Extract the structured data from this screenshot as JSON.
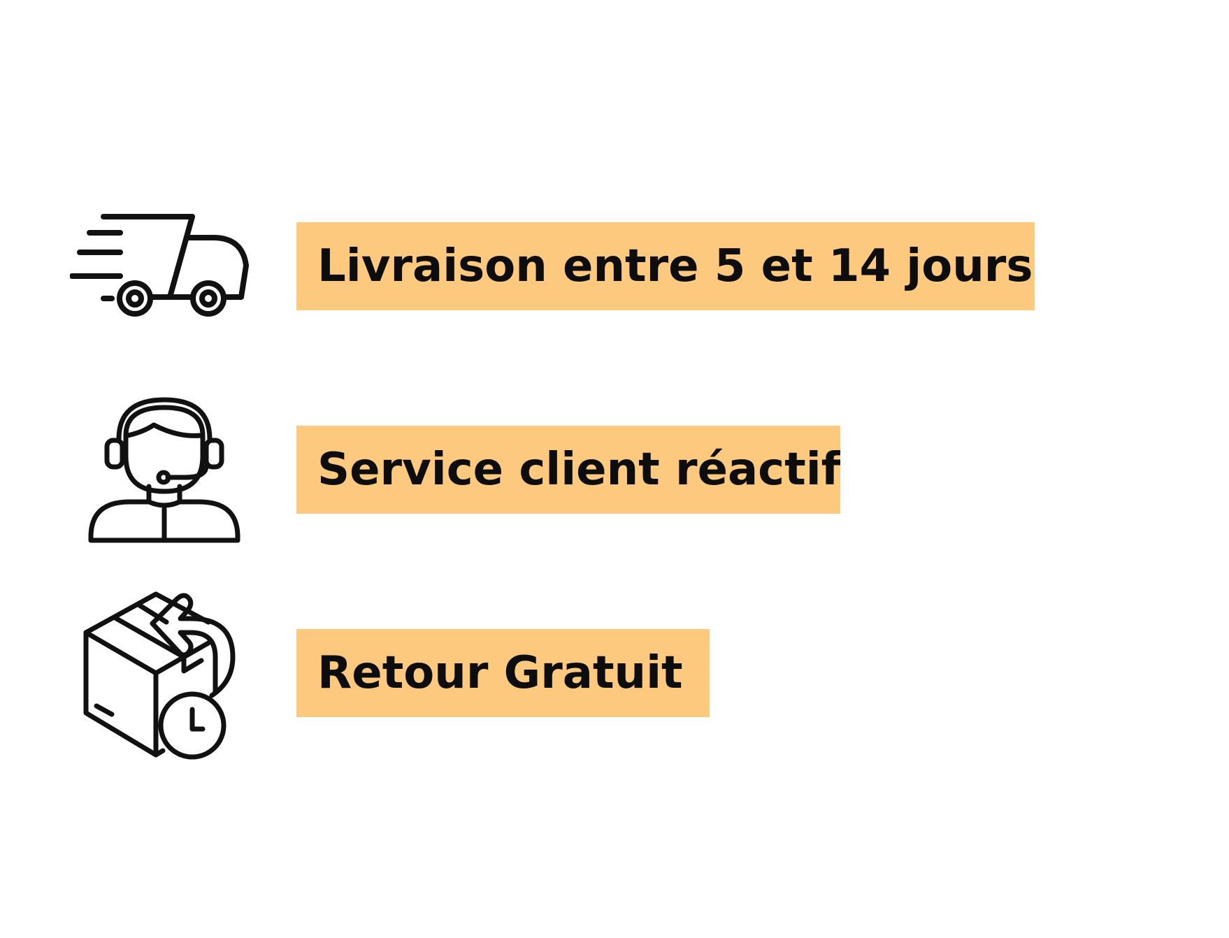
{
  "features": [
    {
      "icon": "delivery-truck-icon",
      "label": "Livraison entre 5 et 14 jours"
    },
    {
      "icon": "customer-service-icon",
      "label": "Service client réactif"
    },
    {
      "icon": "return-box-icon",
      "label": "Retour Gratuit"
    }
  ],
  "colors": {
    "label_background": "#fdc97e",
    "text": "#0d0d0d",
    "icon_stroke": "#111111"
  }
}
